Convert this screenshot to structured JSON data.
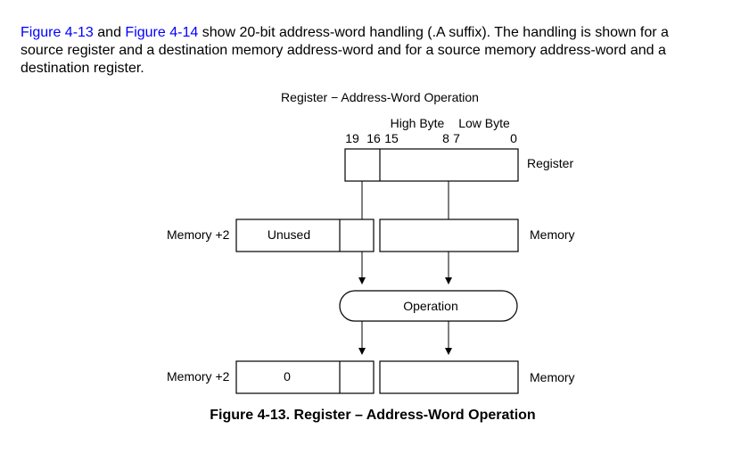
{
  "paragraph": {
    "link1": "Figure 4-13",
    "text1": " and ",
    "link2": "Figure 4-14",
    "text2": " show 20-bit address-word handling (.A suffix). The handling is shown for a",
    "line2": "source register and a destination memory address-word and for a source memory address-word and a",
    "line3": "destination register."
  },
  "diagram": {
    "title": "Register − Address-Word Operation",
    "high_byte": "High Byte",
    "low_byte": "Low Byte",
    "bit_19": "19",
    "bit_16": "16",
    "bit_15": "15",
    "bit_8": "8",
    "bit_7": "7",
    "bit_0": "0",
    "register_label": "Register",
    "memory_plus2_top": "Memory +2",
    "unused": "Unused",
    "memory_top": "Memory",
    "operation": "Operation",
    "memory_plus2_bottom": "Memory +2",
    "zero": "0",
    "memory_bottom": "Memory"
  },
  "caption": "Figure 4-13. Register – Address-Word Operation",
  "colors": {
    "link": "#0000ff",
    "stroke": "#000000"
  }
}
